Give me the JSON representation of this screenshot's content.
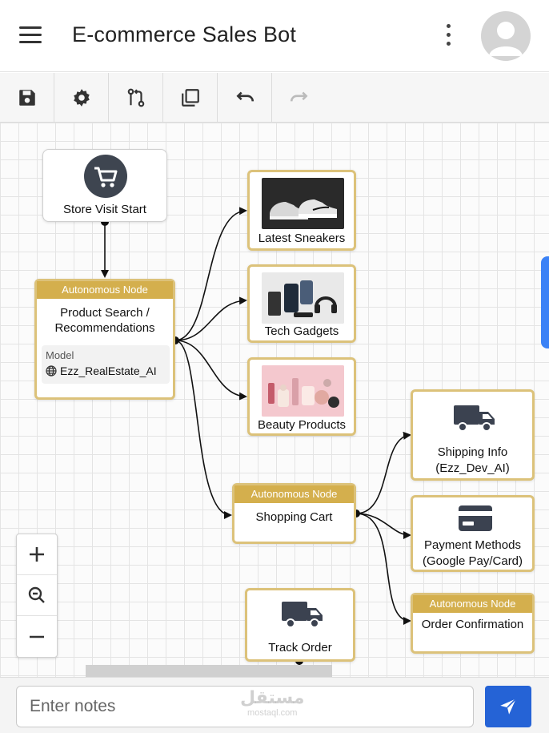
{
  "header": {
    "title": "E-commerce Sales Bot",
    "menu_icon": "hamburger-icon",
    "more_icon": "more-vertical-icon",
    "avatar_icon": "user-avatar-icon"
  },
  "toolbar": {
    "tools": [
      {
        "name": "save",
        "icon": "save-icon"
      },
      {
        "name": "settings",
        "icon": "gear-icon"
      },
      {
        "name": "branch",
        "icon": "branch-icon"
      },
      {
        "name": "duplicate",
        "icon": "copy-icon"
      },
      {
        "name": "undo",
        "icon": "undo-icon"
      },
      {
        "name": "redo",
        "icon": "redo-icon"
      }
    ]
  },
  "flow": {
    "start": {
      "label": "Store Visit Start",
      "icon": "shopping-cart-icon"
    },
    "product_search": {
      "badge": "Autonomous Node",
      "label_line1": "Product Search /",
      "label_line2": "Recommendations",
      "model_title": "Model",
      "model_value": "Ezz_RealEstate_AI",
      "model_icon": "globe-icon"
    },
    "sneakers": {
      "label": "Latest Sneakers",
      "icon": "sneakers-image"
    },
    "tech": {
      "label": "Tech Gadgets",
      "icon": "gadgets-image"
    },
    "beauty": {
      "label": "Beauty Products",
      "icon": "cosmetics-image"
    },
    "cart": {
      "badge": "Autonomous Node",
      "label": "Shopping Cart"
    },
    "shipping": {
      "label_line1": "Shipping Info",
      "label_line2": "(Ezz_Dev_AI)",
      "icon": "delivery-truck-icon"
    },
    "payment": {
      "label_line1": "Payment Methods",
      "label_line2": "(Google Pay/Card)",
      "icon": "credit-card-icon"
    },
    "order": {
      "badge": "Autonomous Node",
      "label": "Order Confirmation"
    },
    "track": {
      "label": "Track Order",
      "icon": "delivery-truck-icon"
    }
  },
  "zoom_controls": {
    "icons": [
      "zoom-in-icon",
      "zoom-search-icon",
      "zoom-out-icon"
    ]
  },
  "notes": {
    "placeholder": "Enter notes",
    "send_icon": "send-icon"
  },
  "watermark": {
    "line1": "مستقل",
    "line2": "mostaql.com"
  },
  "colors": {
    "node_border": "#dcc27a",
    "node_badge": "#d4af4d",
    "accent": "#2563d6",
    "side_tab": "#3b82f6"
  }
}
